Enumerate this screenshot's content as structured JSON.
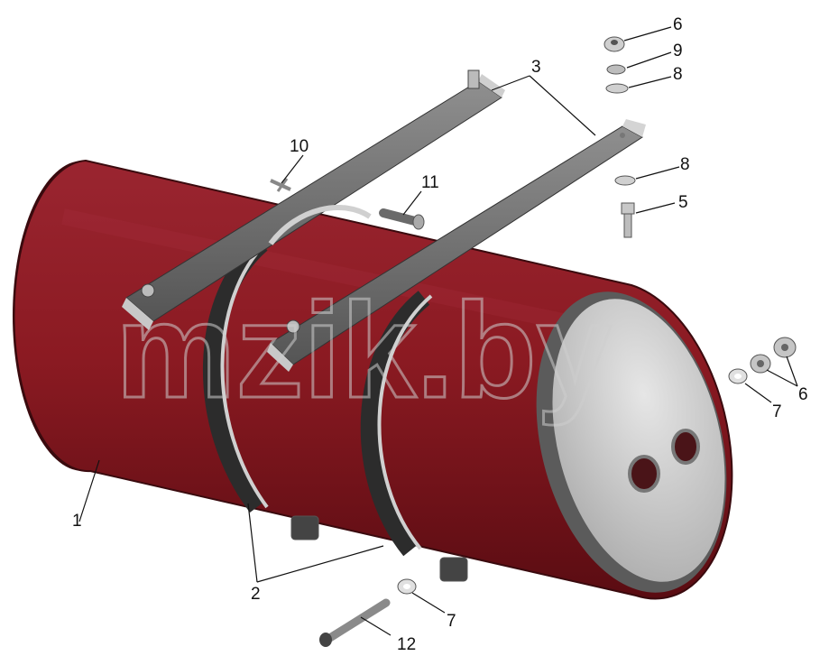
{
  "watermark": "mzik.by",
  "callouts": {
    "c1": "1",
    "c2": "2",
    "c3": "3",
    "c5": "5",
    "c6a": "6",
    "c6b": "6",
    "c7a": "7",
    "c7b": "7",
    "c8a": "8",
    "c8b": "8",
    "c9": "9",
    "c10": "10",
    "c11": "11",
    "c12": "12"
  },
  "colors": {
    "tank_body": "#8b1a22",
    "tank_shadow": "#5a0c12",
    "tank_end": "#b8b8b8",
    "metal": "#c9c9c9",
    "metal_dark": "#7a7a7a"
  }
}
